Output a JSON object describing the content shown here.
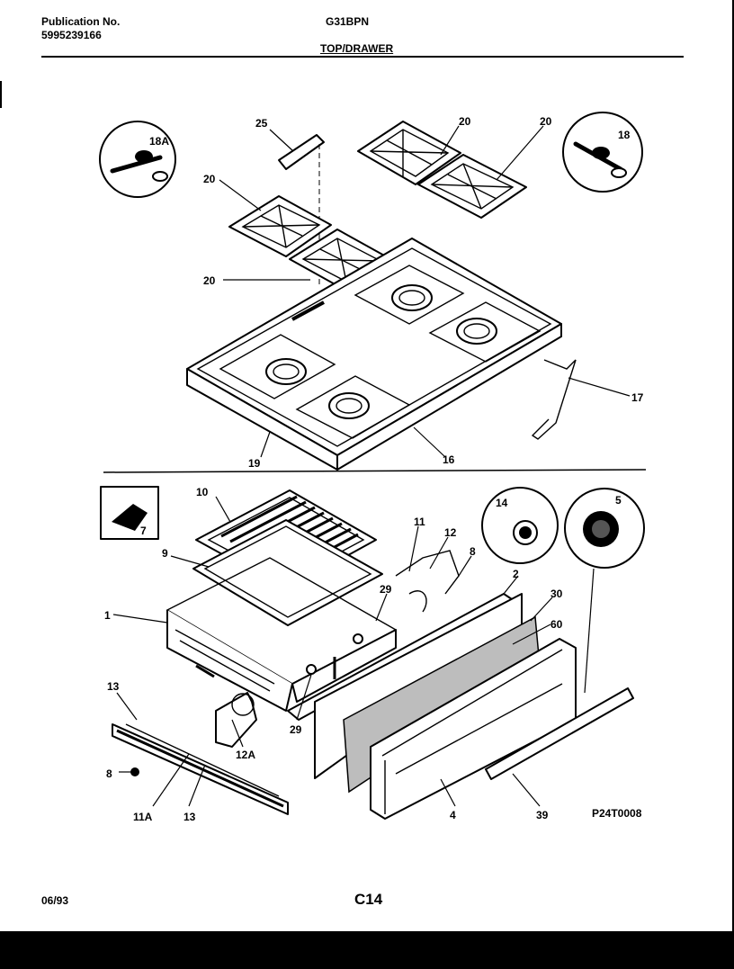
{
  "header": {
    "publication_label": "Publication No.",
    "publication_number": "5995239166",
    "model": "G31BPN",
    "section_title": "TOP/DRAWER"
  },
  "footer": {
    "date": "06/93",
    "page_code": "C14"
  },
  "diagram": {
    "figure_id": "P24T0008",
    "labels": {
      "l25": "25",
      "l20a": "20",
      "l20b": "20",
      "l20c": "20",
      "l20d": "20",
      "l18a": "18A",
      "l18": "18",
      "l17": "17",
      "l19": "19",
      "l16": "16",
      "l10": "10",
      "l9": "9",
      "l7": "7",
      "l1": "1",
      "l11": "11",
      "l12": "12",
      "l8a": "8",
      "l14": "14",
      "l5": "5",
      "l2": "2",
      "l29a": "29",
      "l29b": "29",
      "l30": "30",
      "l60": "60",
      "l13a": "13",
      "l12a": "12A",
      "l8b": "8",
      "l11a": "11A",
      "l13b": "13",
      "l4": "4",
      "l39": "39"
    }
  }
}
